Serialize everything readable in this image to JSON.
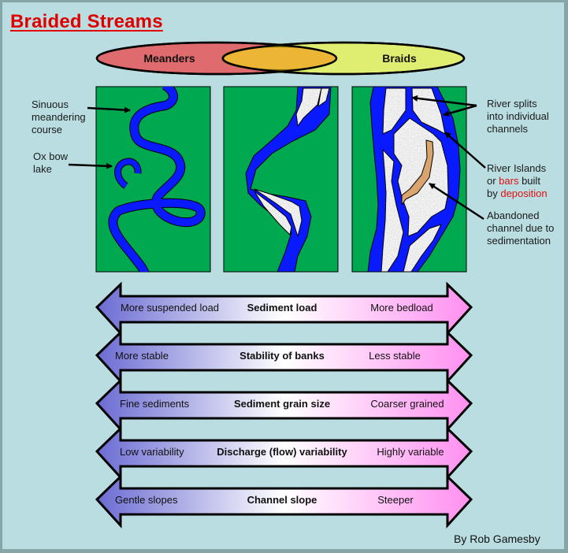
{
  "title": "Braided Streams",
  "venn": {
    "left_label": "Meanders",
    "right_label": "Braids",
    "colors": {
      "left": "#e06b6e",
      "right": "#dfee70",
      "overlap": "#edb535"
    }
  },
  "panels": [
    {
      "id": "meandering",
      "description": "single sinuous channel with ox bow lake"
    },
    {
      "id": "transitional",
      "description": "sinuous channel with mid-channel bars"
    },
    {
      "id": "braided",
      "description": "multiple channels separated by bars"
    }
  ],
  "colors": {
    "background": "#b9dde0",
    "floodplain": "#00a84f",
    "water": "#0a1aff",
    "bar": "#c4c4c4",
    "abandoned_channel": "#d9a46d",
    "title": "#e00000",
    "gradient_left": "#6b6bd3",
    "gradient_right": "#ff8ff0"
  },
  "annotations": {
    "sinuous": [
      "Sinuous",
      "meandering",
      "course"
    ],
    "oxbow": [
      "Ox bow",
      "lake"
    ],
    "splits": [
      "River splits",
      "into individual",
      "channels"
    ],
    "islands": {
      "line1": "River Islands",
      "line2_pre": "or ",
      "line2_red": "bars",
      "line2_post": " built",
      "line3_pre": "by ",
      "line3_red": "deposition"
    },
    "abandoned": [
      "Abandoned",
      "channel due to",
      "sedimentation"
    ]
  },
  "scales": [
    {
      "left": "More suspended load",
      "center": "Sediment load",
      "right": "More bedload"
    },
    {
      "left": "More stable",
      "center": "Stability of banks",
      "right": "Less stable"
    },
    {
      "left": "Fine sediments",
      "center": "Sediment grain size",
      "right": "Coarser grained"
    },
    {
      "left": "Low variability",
      "center": "Discharge (flow) variability",
      "right": "Highly variable"
    },
    {
      "left": "Gentle slopes",
      "center": "Channel slope",
      "right": "Steeper"
    }
  ],
  "credit": "By Rob Gamesby"
}
